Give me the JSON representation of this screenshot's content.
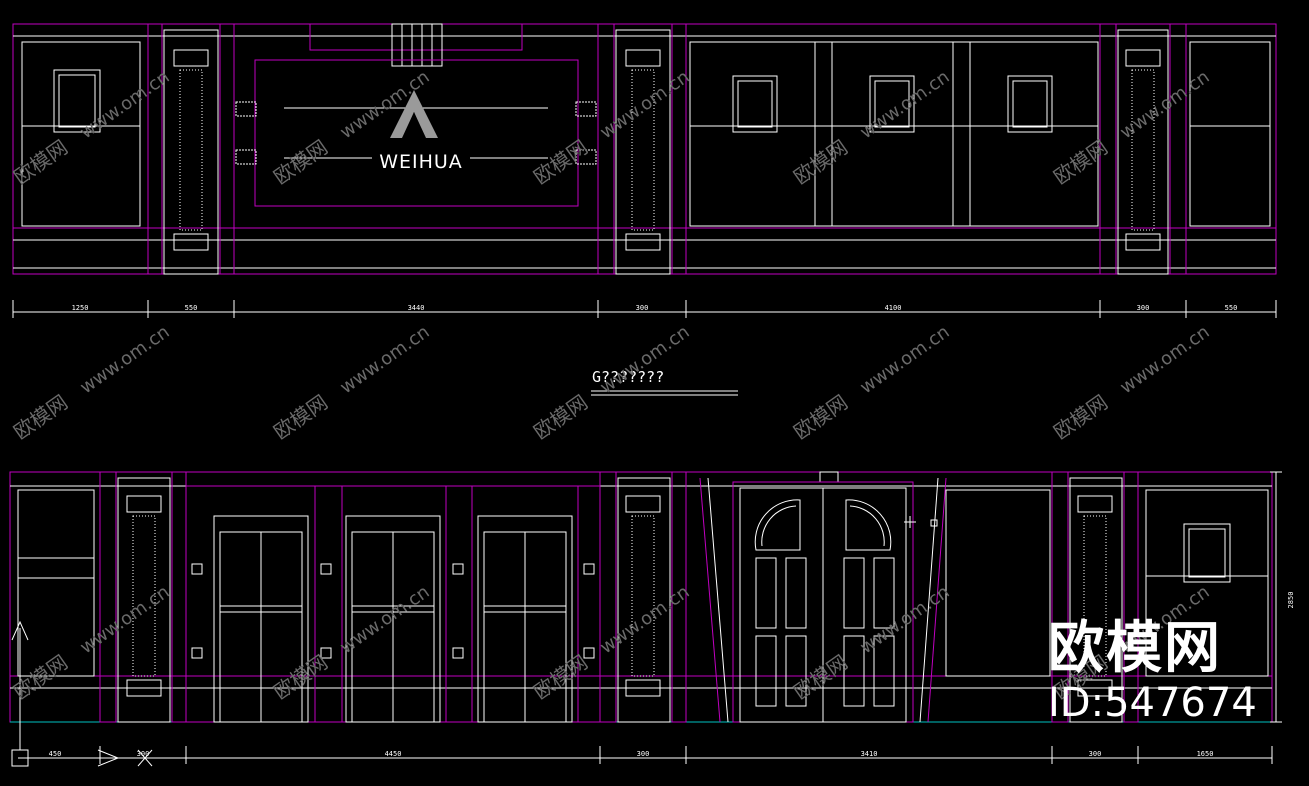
{
  "logo": {
    "text": "WEIHUA"
  },
  "section_title": "G???????",
  "watermark": {
    "brand": "欧模网",
    "url": "www.om.cn",
    "id_label": "ID:547674"
  },
  "dimensions": {
    "top": [
      "1250",
      "550",
      "3440",
      "300",
      "4100",
      "300",
      "550"
    ],
    "bottom": [
      "450",
      "300",
      "4450",
      "300",
      "3410",
      "300",
      "1650"
    ],
    "height": "2850"
  },
  "colors": {
    "background": "#000000",
    "line_white": "#ffffff",
    "line_magenta": "#c000c0",
    "line_cyan": "#00c0c0"
  }
}
